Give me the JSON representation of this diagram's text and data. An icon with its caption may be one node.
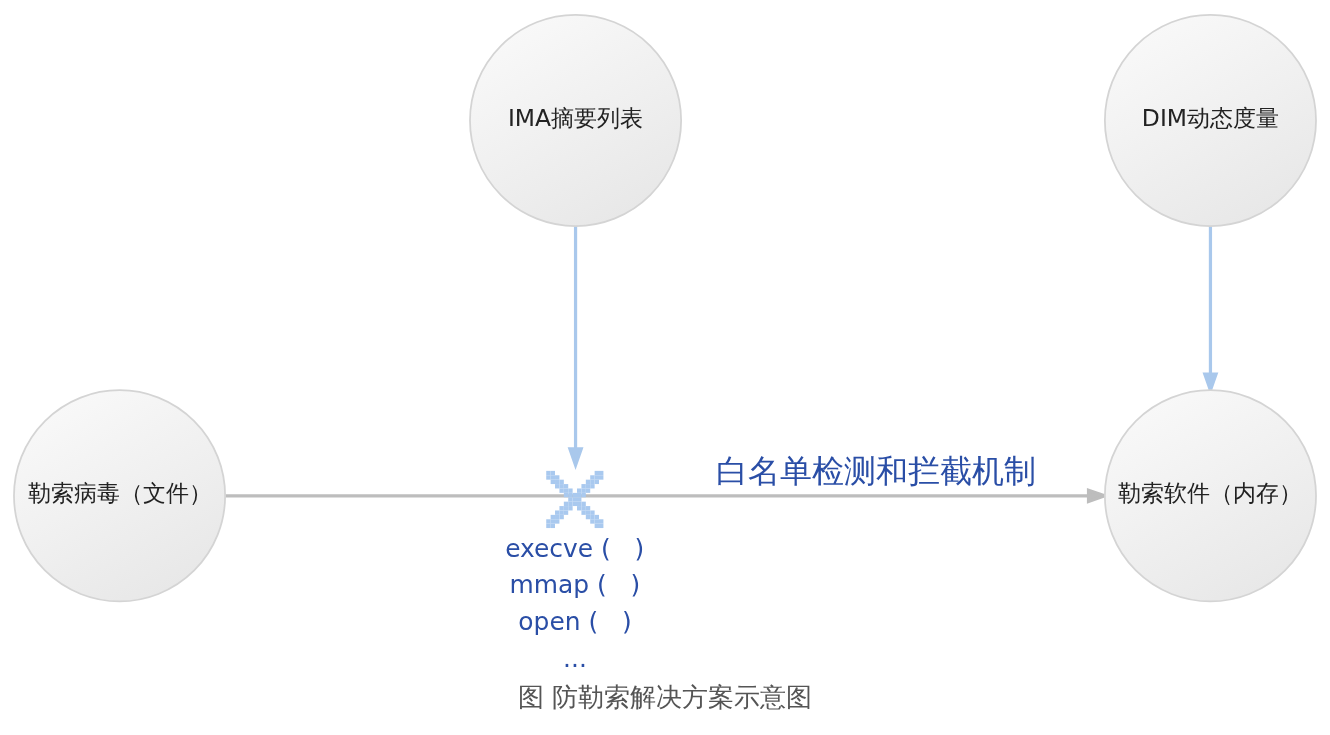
{
  "diagram": {
    "caption": "图 防勒索解决方案示意图",
    "nodes": [
      {
        "text": [
          "IMA摘要列表"
        ]
      },
      {
        "text": [
          "DIM动态度量"
        ]
      },
      {
        "text": [
          "勒索病毒（文件）"
        ]
      },
      {
        "text": [],
        "shape": "cross",
        "beside": [
          "execve (   )",
          "mmap (   )",
          "open (   )",
          "..."
        ]
      },
      {
        "text": [
          "勒索软件（内存）"
        ]
      }
    ],
    "edges": [
      {
        "from": 0,
        "to": 3,
        "arrow": "to",
        "color": "#a9c8ec"
      },
      {
        "from": 1,
        "to": 4,
        "arrow": "to",
        "color": "#a9c8ec"
      },
      {
        "from": 2,
        "to": 3,
        "arrow": "none",
        "color": "#bdbdbd"
      },
      {
        "from": 3,
        "to": 4,
        "arrow": "to",
        "label": "白名单检测和拦截机制",
        "color": "#bdbdbd"
      }
    ]
  }
}
